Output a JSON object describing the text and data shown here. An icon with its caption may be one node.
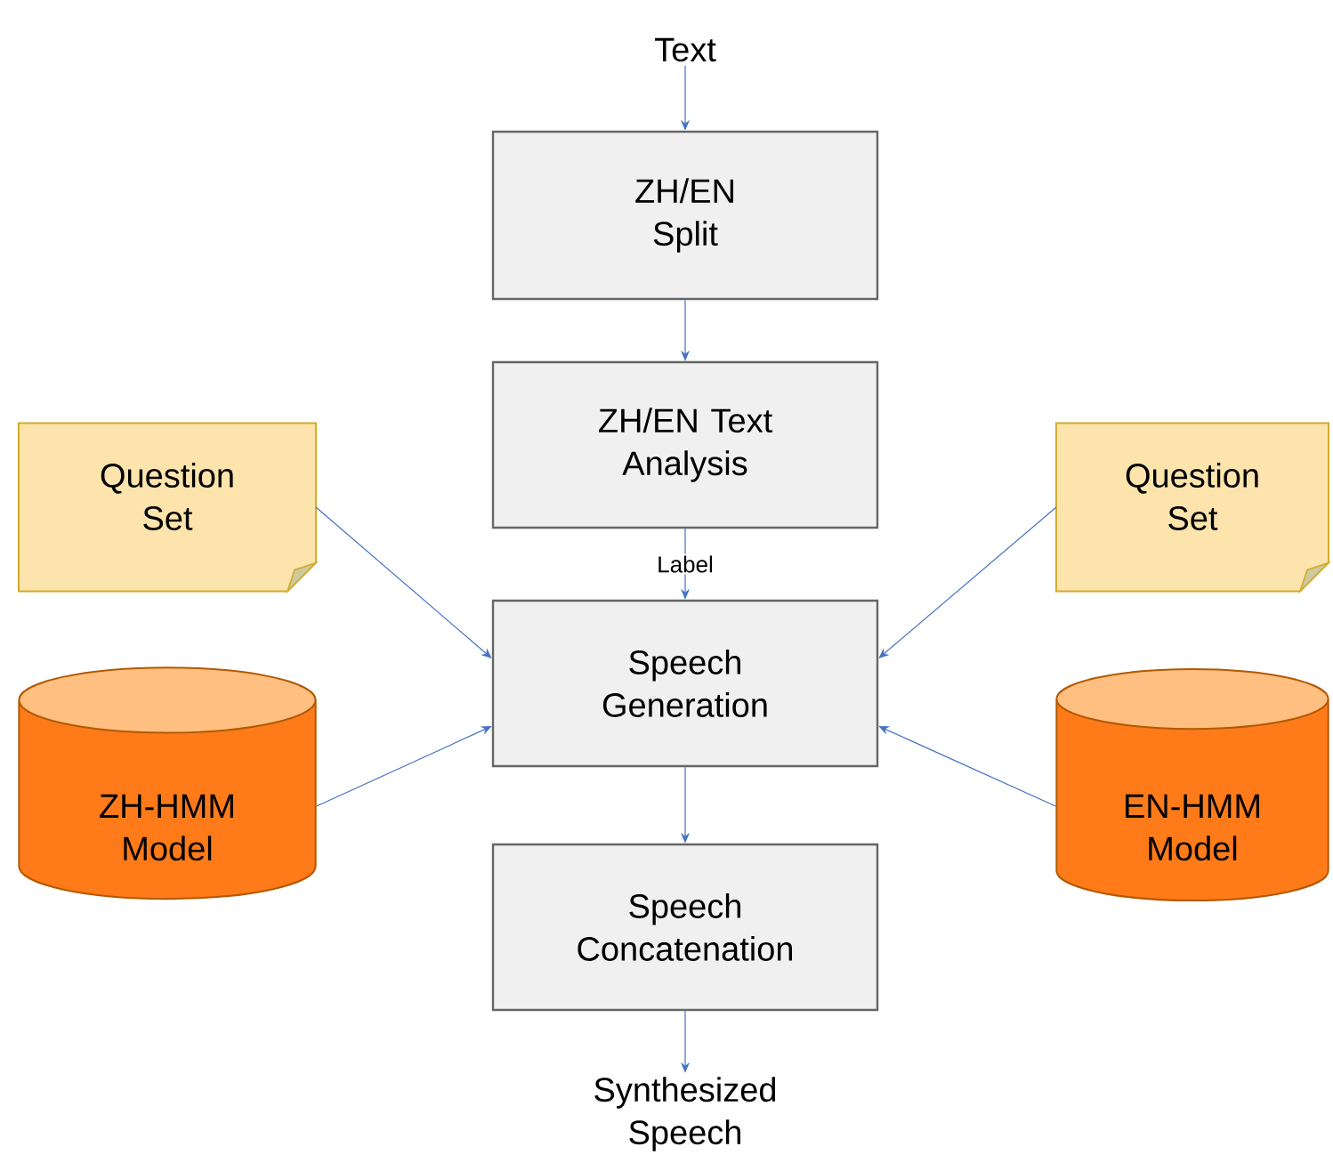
{
  "diagram": {
    "nodes": [
      {
        "text": [
          "Text"
        ]
      },
      {
        "text": [
          "ZH/EN Split"
        ]
      },
      {
        "text": [
          "ZH/EN Text Analysis"
        ]
      },
      {
        "text": [
          "Question Set"
        ]
      },
      {
        "text": [
          "Speech Generation"
        ]
      },
      {
        "text": [
          "Question Set"
        ]
      },
      {
        "text": [
          "ZH-HMM Model"
        ]
      },
      {
        "text": [
          "EN-HMM Model"
        ]
      },
      {
        "text": [
          "Speech Concatenation"
        ]
      },
      {
        "text": [
          "Synthesized Speech"
        ]
      }
    ],
    "edges": [
      {
        "from": 0,
        "to": 1,
        "arrow": "to"
      },
      {
        "from": 1,
        "to": 2,
        "arrow": "to"
      },
      {
        "from": 2,
        "to": 4,
        "arrow": "to",
        "label": "Label"
      },
      {
        "from": 3,
        "to": 4,
        "arrow": "to"
      },
      {
        "from": 5,
        "to": 4,
        "arrow": "to"
      },
      {
        "from": 6,
        "to": 4,
        "arrow": "to"
      },
      {
        "from": 7,
        "to": 4,
        "arrow": "to"
      },
      {
        "from": 4,
        "to": 8,
        "arrow": "to"
      },
      {
        "from": 8,
        "to": 9,
        "arrow": "to"
      }
    ]
  }
}
